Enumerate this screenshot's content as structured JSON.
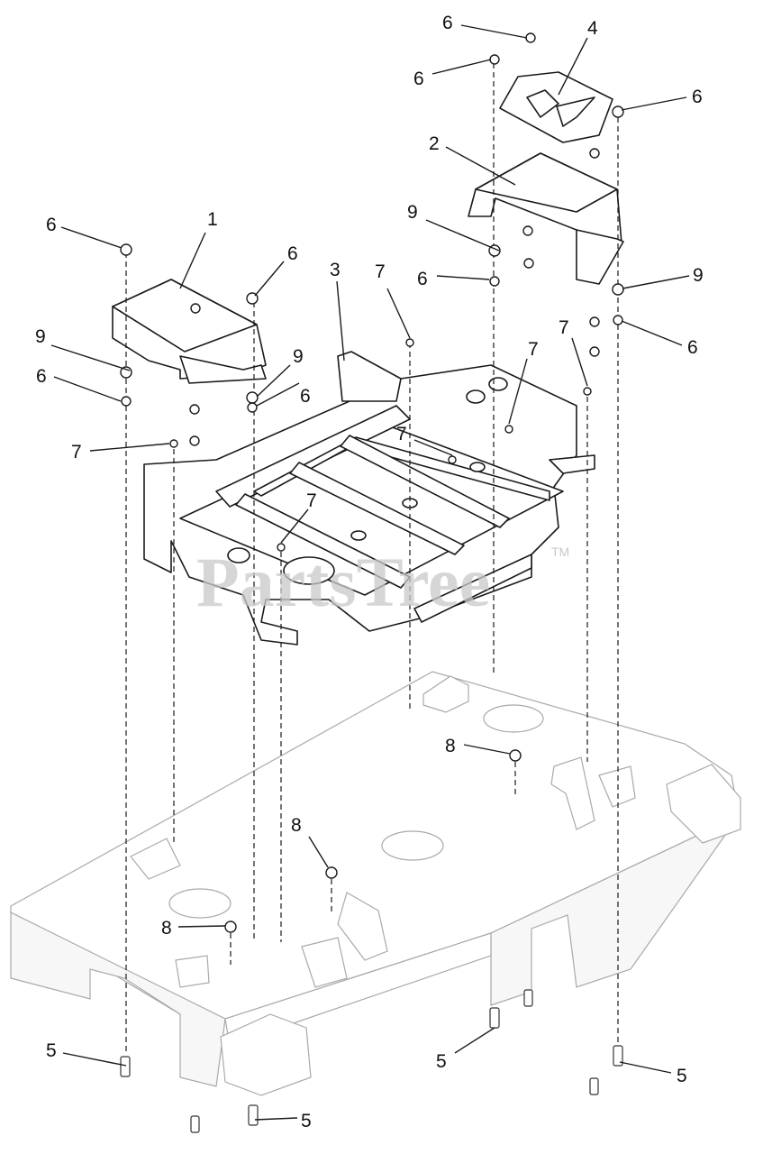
{
  "diagram": {
    "watermark": "PartsTree",
    "trademark": "TM",
    "callouts": {
      "c1": "1",
      "c2": "2",
      "c3": "3",
      "c4": "4",
      "c5a": "5",
      "c5b": "5",
      "c5c": "5",
      "c5d": "5",
      "c6a": "6",
      "c6b": "6",
      "c6c": "6",
      "c6d": "6",
      "c6e": "6",
      "c6f": "6",
      "c6g": "6",
      "c6h": "6",
      "c6i": "6",
      "c7a": "7",
      "c7b": "7",
      "c7c": "7",
      "c7d": "7",
      "c7e": "7",
      "c7f": "7",
      "c8a": "8",
      "c8b": "8",
      "c8c": "8",
      "c9a": "9",
      "c9b": "9",
      "c9c": "9",
      "c9d": "9"
    }
  }
}
